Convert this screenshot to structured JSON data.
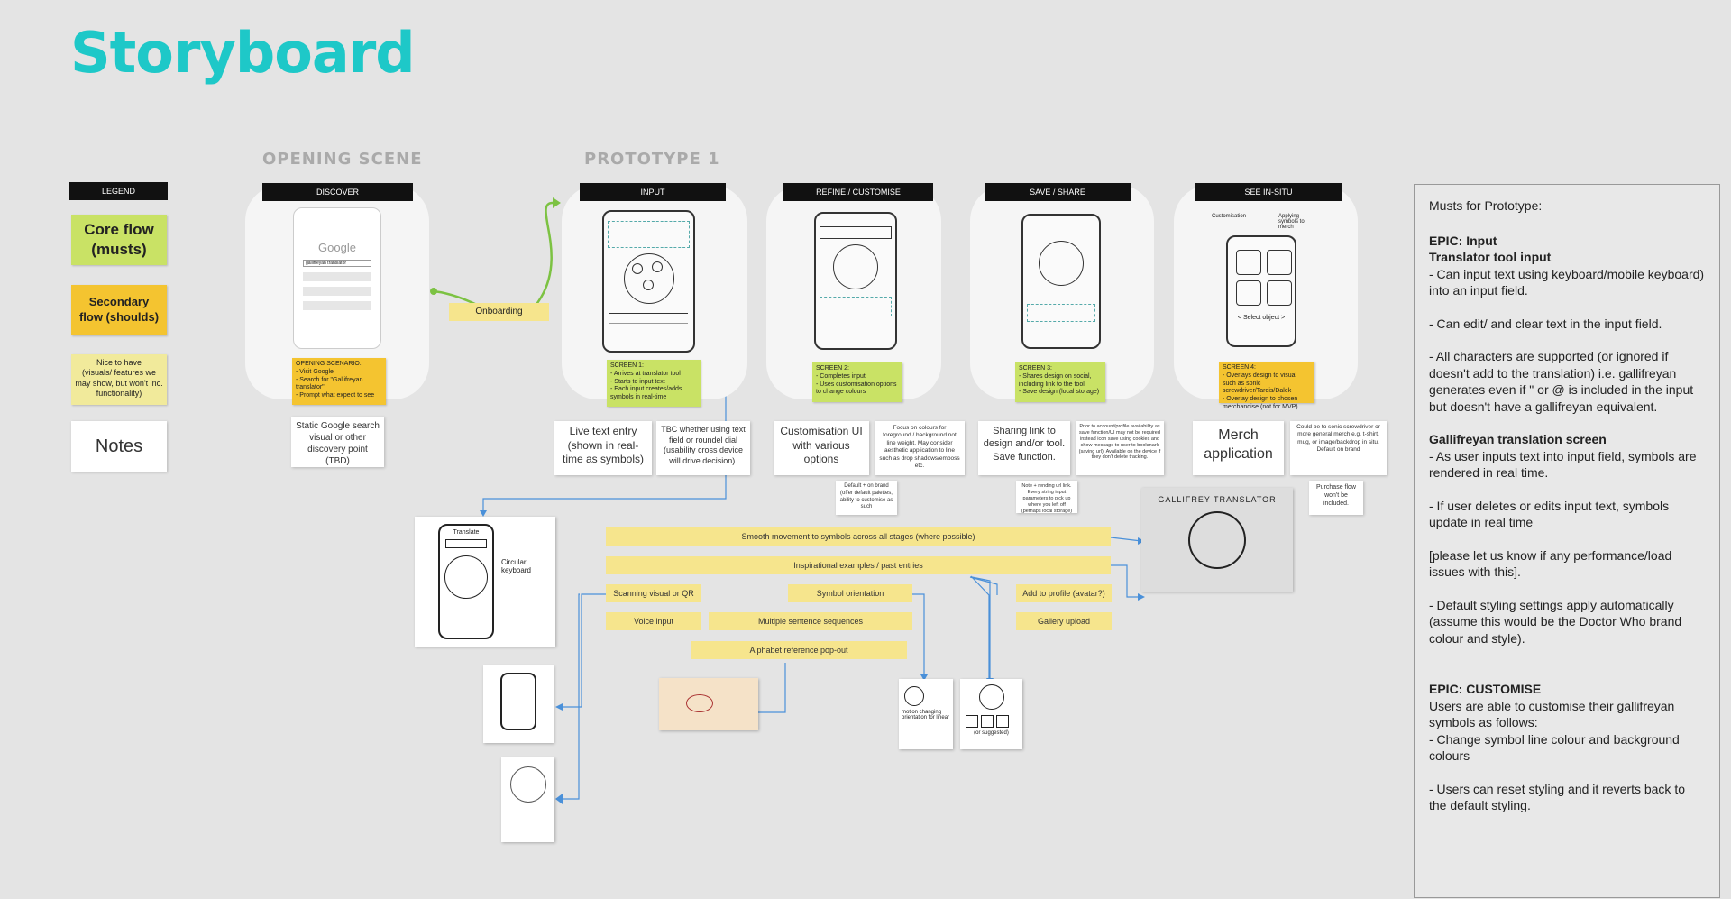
{
  "title": "Storyboard",
  "sections": {
    "opening": "OPENING SCENE",
    "prototype": "PROTOTYPE 1"
  },
  "legend": {
    "header": "LEGEND",
    "core": "Core flow\n(musts)",
    "secondary": "Secondary\nflow (shoulds)",
    "nice": "Nice to have\n(visuals/ features we may show, but won't inc. functionality)",
    "notes": "Notes"
  },
  "columns": {
    "discover": {
      "header": "DISCOVER",
      "google": "Google",
      "search": "gallifreyan translator",
      "sticky": "OPENING SCENARIO:\n- Visit Google\n- Search for \"Gallifreyan translator\"\n- Prompt what expect to see",
      "note": "Static Google search visual or other discovery point (TBD)"
    },
    "onboarding": "Onboarding",
    "input": {
      "header": "INPUT",
      "sticky": "SCREEN 1:\n- Arrives at translator tool\n- Starts to input text\n- Each input creates/adds symbols in real-time",
      "note1": "Live text entry (shown in real-time as symbols)",
      "note2": "TBC whether using text field or roundel dial (usability cross device will drive decision)."
    },
    "refine": {
      "header": "REFINE / CUSTOMISE",
      "sticky": "SCREEN 2:\n- Completes input\n- Uses customisation options to change colours",
      "note1": "Customisation UI with various options",
      "note2": "Focus on colours for foreground / background not line weight. May consider aesthetic application to line such as drop shadows/emboss etc.",
      "note3": "Default + on brand (offer default palettes, ability to customise as such"
    },
    "save": {
      "header": "SAVE / SHARE",
      "sticky": "SCREEN 3:\n- Shares design on social, including link to the tool\n- Save design (local storage)",
      "note1": "Sharing link to design and/or tool. Save function.",
      "note2": "Prior to account/profile availability as save function/UI may not be required instead icon save using cookies and show message to user to bookmark (saving url). Available on the device if they don't delete tracking.",
      "note3": "Note + rending url link. Every string input parameters to pick up where you left off (perhaps local storage)"
    },
    "situ": {
      "header": "SEE IN-SITU",
      "sketch_label": "Customisation",
      "sketch_label2": "Applying symbols to merch",
      "select": "< Select object >",
      "sticky": "SCREEN 4:\n- Overlays design to visual such as sonic screwdriver/Tardis/Dalek\n- Overlay design to chosen merchandise (not for MVP)",
      "note1": "Merch application",
      "note2": "Could be to sonic screwdriver or more general merch e.g. t-shirt, mug, or image/backdrop in situ. Default on brand",
      "note3": "Purchase flow won't be included."
    }
  },
  "sketch_labels": {
    "translate": "Translate",
    "circular": "Circular keyboard",
    "motion": "motion changing orientation for linear",
    "suggested": "(or suggested)",
    "gallifrey": "GALLIFREY TRANSLATOR"
  },
  "features": {
    "smooth": "Smooth movement to symbols across all stages (where possible)",
    "inspiration": "Inspirational examples / past entries",
    "scanning": "Scanning visual or QR",
    "orientation": "Symbol orientation",
    "profile": "Add to profile (avatar?)",
    "voice": "Voice input",
    "multiple": "Multiple sentence sequences",
    "gallery": "Gallery upload",
    "alphabet": "Alphabet reference pop-out"
  },
  "musts": {
    "heading": "Musts for Prototype:",
    "epic1": "EPIC: Input",
    "tool_input": "Translator tool input",
    "p1": "- Can input text using keyboard/mobile keyboard) into an input field.",
    "p2": "- Can edit/ and clear text in the input field.",
    "p3": "- All characters are supported (or ignored if doesn't add to the translation) i.e. gallifreyan generates even if \" or @ is included in the input but doesn't have a gallifreyan equivalent.",
    "screen": "Gallifreyan translation screen",
    "p4": "- As user inputs text into input field, symbols are rendered in real time.",
    "p5": "- If user deletes or edits input text, symbols update in real time",
    "p6": "[please let us know if any performance/load issues with this].",
    "p7": "- Default styling settings apply automatically (assume this would be the Doctor Who brand colour and style).",
    "epic2": "EPIC: CUSTOMISE",
    "p8": "Users are able to customise their gallifreyan symbols as follows:\n- Change symbol line colour and background colours",
    "p9": "- Users can reset styling and it reverts back to the default styling."
  }
}
